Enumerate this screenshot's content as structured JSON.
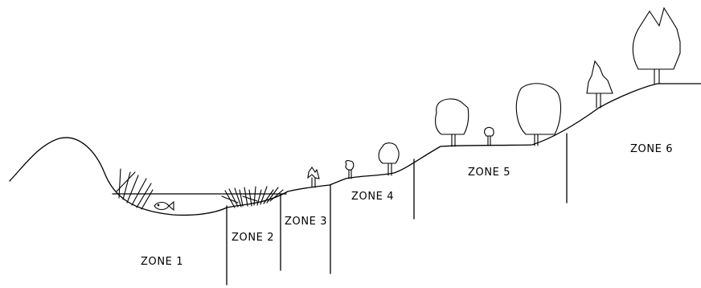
{
  "diagram": {
    "zones": [
      {
        "id": "zone-1",
        "label": "ZONE 1"
      },
      {
        "id": "zone-2",
        "label": "ZONE 2"
      },
      {
        "id": "zone-3",
        "label": "ZONE 3"
      },
      {
        "id": "zone-4",
        "label": "ZONE 4"
      },
      {
        "id": "zone-5",
        "label": "ZONE 5"
      },
      {
        "id": "zone-6",
        "label": "ZONE 6"
      }
    ],
    "icons": [
      "fish-icon",
      "emergent-reeds-icon",
      "tree-icon",
      "shrub-icon",
      "sapling-icon"
    ]
  }
}
